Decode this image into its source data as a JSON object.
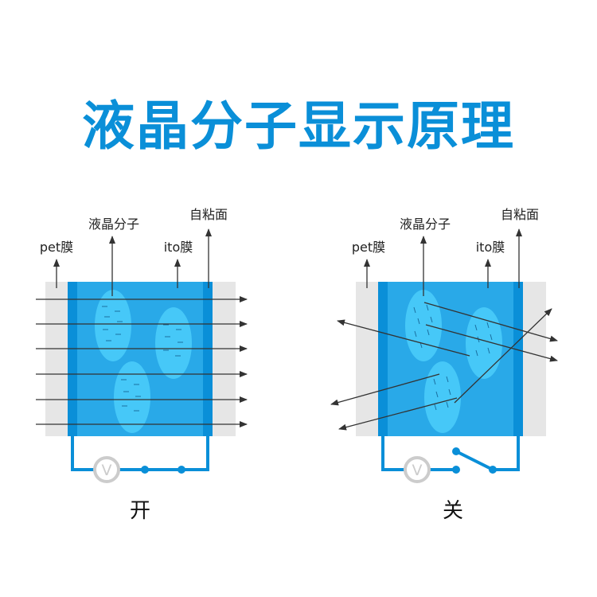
{
  "title": "液晶分子显示原理",
  "colors": {
    "title": "#0a8fd8",
    "frame": "#0a8fd8",
    "cell": "#29a9e8",
    "molecule": "#46c8f8",
    "film": "#e6e6e6",
    "arrow": "#333333",
    "dash": "#1a6fa0",
    "voltmeter": "#cccccc"
  },
  "labels": {
    "pet": "pet膜",
    "lc": "液晶分子",
    "ito": "ito膜",
    "adhesive": "自粘面",
    "voltmeter": "V"
  },
  "panels": [
    {
      "caption": "开"
    },
    {
      "caption": "关"
    }
  ]
}
